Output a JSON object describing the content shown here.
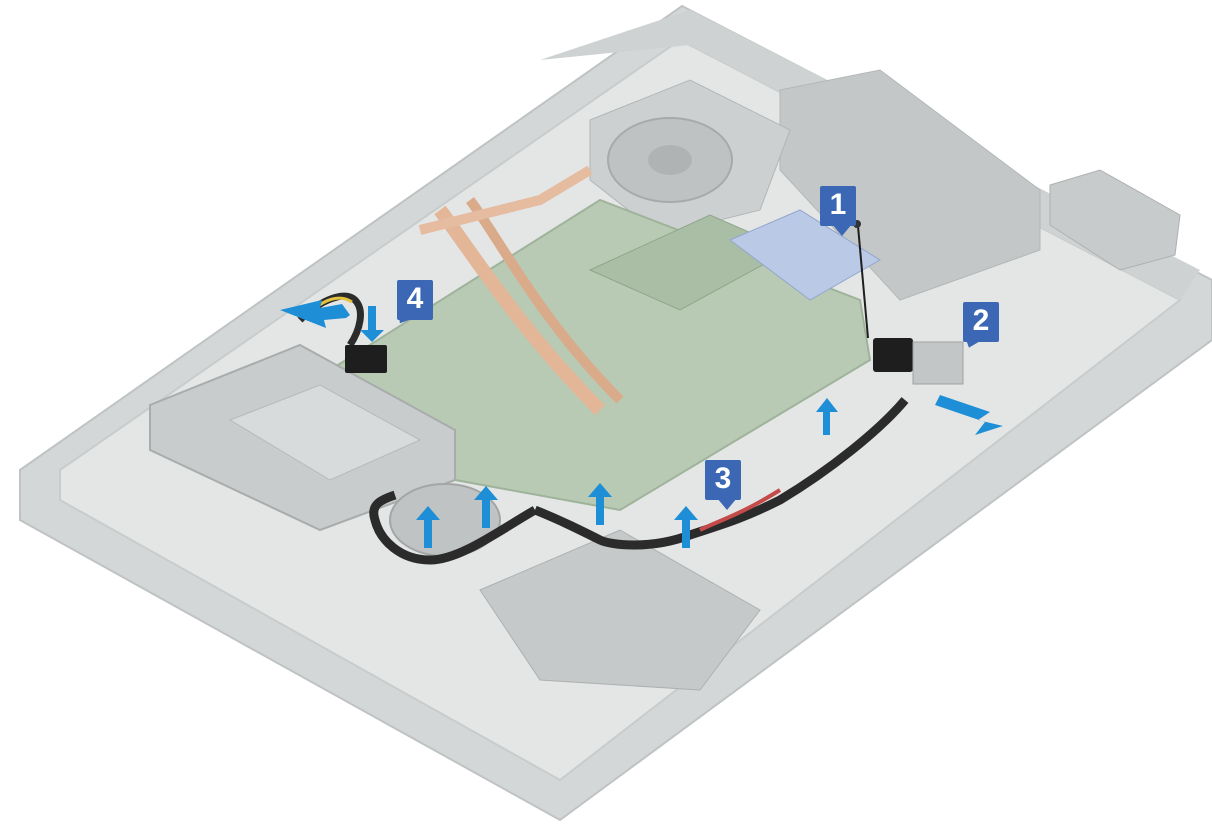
{
  "callouts": [
    {
      "label": "1"
    },
    {
      "label": "2"
    },
    {
      "label": "3"
    },
    {
      "label": "4"
    }
  ],
  "colors": {
    "callout": "#3b67b5",
    "arrow": "#1e8fd6",
    "chassis": "#d9dcdc",
    "board": "#b9cbb5",
    "heatpipe": "#e3b89a",
    "cable": "#2b2b2b"
  }
}
